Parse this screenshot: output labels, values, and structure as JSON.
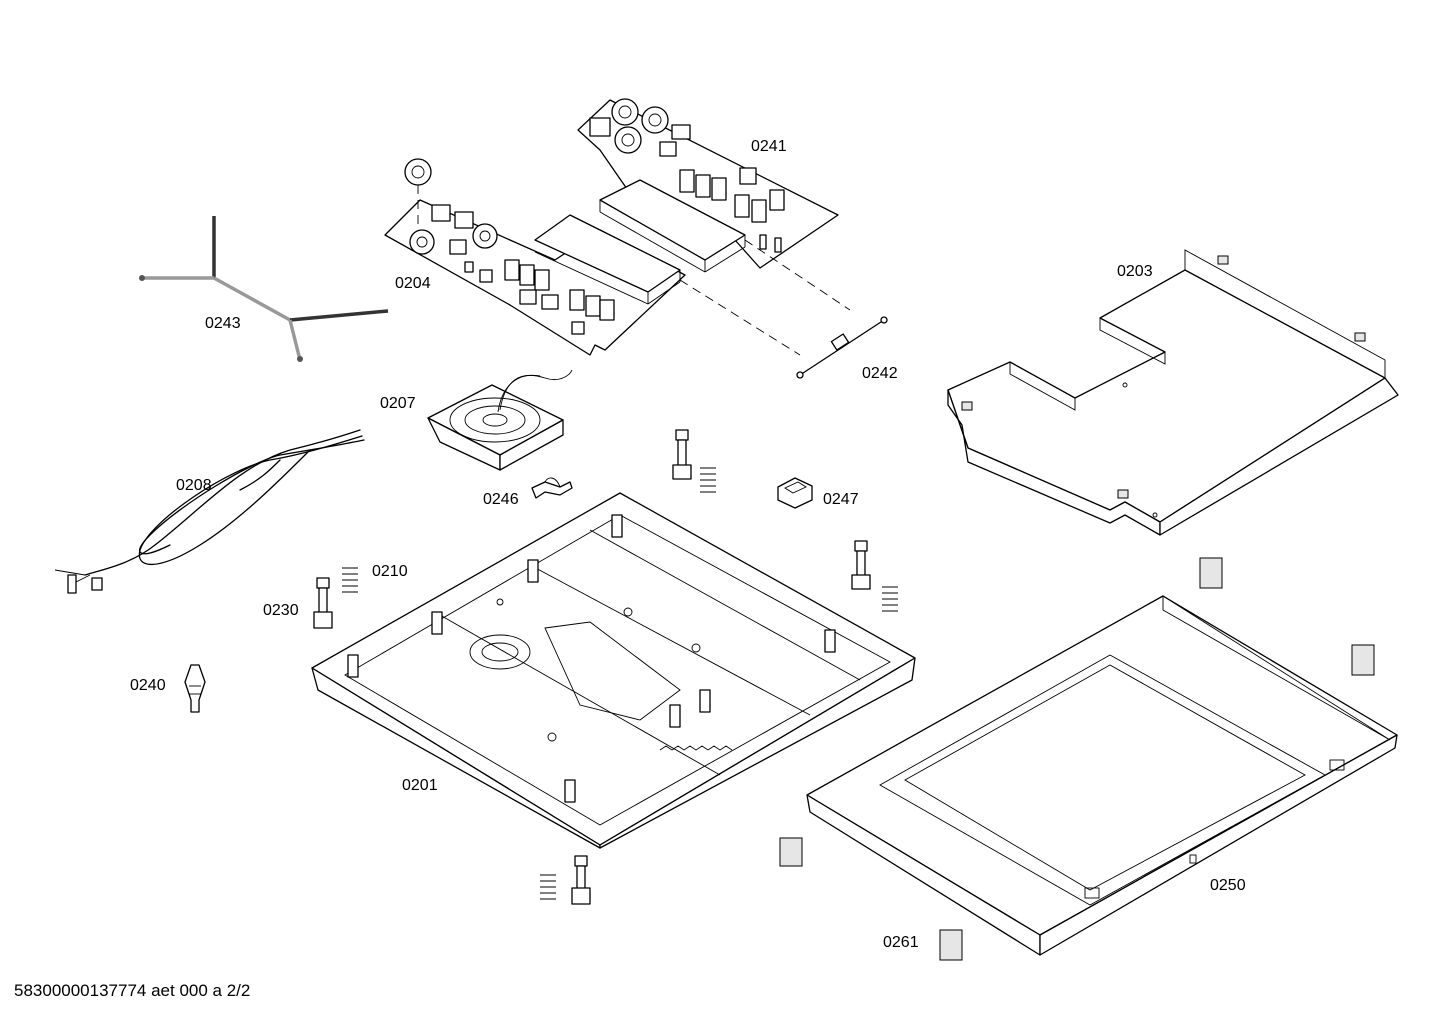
{
  "parts": [
    {
      "id": "p0241",
      "label": "0241"
    },
    {
      "id": "p0204",
      "label": "0204"
    },
    {
      "id": "p0243",
      "label": "0243"
    },
    {
      "id": "p0242",
      "label": "0242"
    },
    {
      "id": "p0203",
      "label": "0203"
    },
    {
      "id": "p0207",
      "label": "0207"
    },
    {
      "id": "p0208",
      "label": "0208"
    },
    {
      "id": "p0246",
      "label": "0246"
    },
    {
      "id": "p0247",
      "label": "0247"
    },
    {
      "id": "p0210",
      "label": "0210"
    },
    {
      "id": "p0230",
      "label": "0230"
    },
    {
      "id": "p0240",
      "label": "0240"
    },
    {
      "id": "p0201",
      "label": "0201"
    },
    {
      "id": "p0250",
      "label": "0250"
    },
    {
      "id": "p0261",
      "label": "0261"
    }
  ],
  "footer": "58300000137774 aet 000 a 2/2"
}
